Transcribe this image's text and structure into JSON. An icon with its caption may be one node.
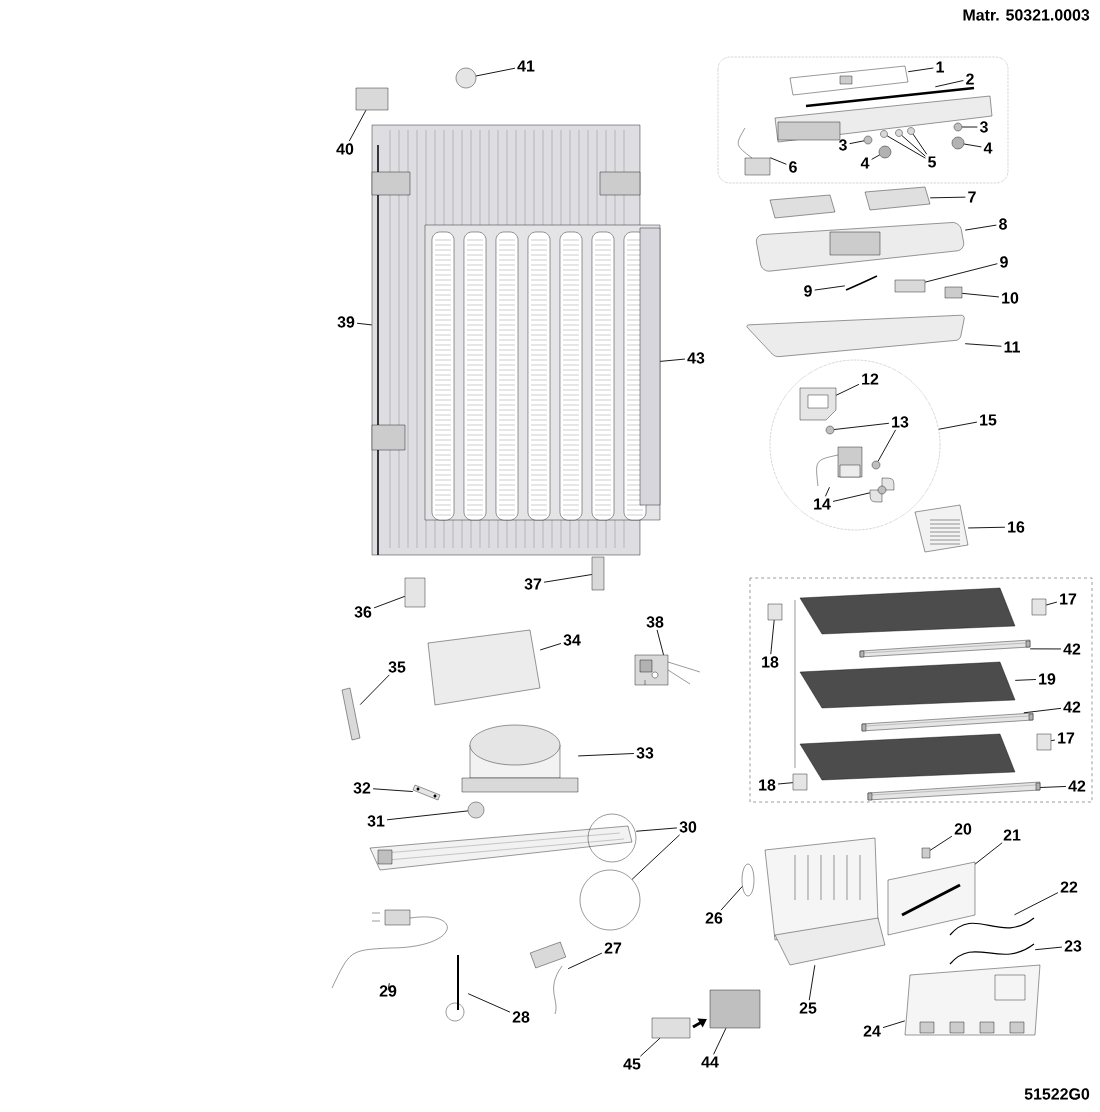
{
  "diagram": {
    "nodes": [
      {
        "text": [
          "1"
        ]
      },
      {
        "text": [
          "2"
        ]
      },
      {
        "text": [
          "3"
        ]
      },
      {
        "text": [
          "4"
        ]
      },
      {
        "text": [
          "3"
        ]
      },
      {
        "text": [
          "4"
        ]
      },
      {
        "text": [
          "5"
        ]
      },
      {
        "text": [
          "6"
        ]
      },
      {
        "text": [
          "7"
        ]
      },
      {
        "text": [
          "8"
        ]
      },
      {
        "text": [
          "9"
        ]
      },
      {
        "text": [
          "9"
        ]
      },
      {
        "text": [
          "10"
        ]
      },
      {
        "text": [
          "11"
        ]
      },
      {
        "text": [],
        "shape": "circle"
      },
      {
        "text": [
          "12"
        ],
        "in": 14
      },
      {
        "text": [
          "13"
        ],
        "in": 14
      },
      {
        "text": [
          "15"
        ]
      },
      {
        "text": [
          "14"
        ],
        "in": 14
      },
      {
        "text": [
          "16"
        ]
      },
      {
        "text": [
          "17"
        ]
      },
      {
        "text": [
          "18"
        ]
      },
      {
        "text": [
          "42"
        ]
      },
      {
        "text": [
          "19"
        ]
      },
      {
        "text": [
          "42"
        ]
      },
      {
        "text": [
          "17"
        ]
      },
      {
        "text": [
          "18"
        ]
      },
      {
        "text": [
          "42"
        ]
      },
      {
        "text": [
          "20"
        ]
      },
      {
        "text": [
          "21"
        ]
      },
      {
        "text": [
          "22"
        ]
      },
      {
        "text": [
          "23"
        ]
      },
      {
        "text": [
          "24"
        ]
      },
      {
        "text": [
          "25"
        ]
      },
      {
        "text": [
          "26"
        ]
      },
      {
        "text": [
          "27"
        ]
      },
      {
        "text": [
          "28"
        ]
      },
      {
        "text": [
          "29"
        ]
      },
      {
        "text": [
          "30"
        ]
      },
      {
        "text": [
          "31"
        ]
      },
      {
        "text": [
          "32"
        ]
      },
      {
        "text": [
          "33"
        ]
      },
      {
        "text": [
          "34"
        ]
      },
      {
        "text": [
          "35"
        ]
      },
      {
        "text": [
          "36"
        ]
      },
      {
        "text": [
          "37"
        ]
      },
      {
        "text": [
          "38"
        ]
      },
      {
        "text": [
          "39"
        ]
      },
      {
        "text": [
          "40"
        ]
      },
      {
        "text": [
          "41"
        ]
      },
      {
        "text": [
          "43"
        ]
      },
      {
        "text": [
          "44"
        ]
      },
      {
        "text": [
          "45"
        ]
      },
      {
        "text": [],
        "shape": "picture"
      },
      {
        "text": [],
        "shape": "picture"
      },
      {
        "text": [],
        "shape": "circle"
      },
      {
        "text": [],
        "shape": "circle"
      },
      {
        "text": [],
        "shape": "circle"
      },
      {
        "text": [],
        "shape": "circle"
      },
      {
        "text": [],
        "shape": "circle"
      },
      {
        "text": [],
        "shape": "circle"
      },
      {
        "text": [],
        "shape": "circle"
      },
      {
        "text": [],
        "shape": "picture"
      },
      {
        "text": [],
        "shape": "picture"
      },
      {
        "text": [],
        "shape": "picture"
      },
      {
        "text": [],
        "shape": "box"
      },
      {
        "text": [],
        "shape": "picture"
      },
      {
        "text": [],
        "shape": "box"
      },
      {
        "text": [],
        "shape": "picture"
      },
      {
        "text": [],
        "shape": "picture",
        "in": 14
      },
      {
        "text": [],
        "shape": "circle",
        "in": 14
      },
      {
        "text": [],
        "shape": "circle",
        "in": 14
      },
      {
        "text": [],
        "shape": "picture",
        "in": 14
      },
      {
        "text": [],
        "shape": "picture",
        "in": 14
      },
      {
        "text": [],
        "shape": "picture"
      },
      {
        "text": [],
        "shape": "box"
      },
      {
        "text": [],
        "shape": "box"
      },
      {
        "text": [],
        "shape": "picture"
      },
      {
        "text": [],
        "shape": "picture"
      },
      {
        "text": [],
        "shape": "picture"
      },
      {
        "text": [],
        "shape": "box"
      },
      {
        "text": [],
        "shape": "box"
      },
      {
        "text": [],
        "shape": "picture"
      },
      {
        "text": [],
        "shape": "box"
      },
      {
        "text": [],
        "shape": "picture"
      },
      {
        "text": [],
        "shape": "picture"
      },
      {
        "text": [],
        "shape": "picture"
      },
      {
        "text": [],
        "shape": "picture"
      },
      {
        "text": [],
        "shape": "picture"
      },
      {
        "text": [],
        "shape": "oval"
      },
      {
        "text": [],
        "shape": "picture"
      },
      {
        "text": [],
        "shape": "picture"
      },
      {
        "text": [],
        "shape": "picture"
      },
      {
        "text": [],
        "shape": "picture"
      },
      {
        "text": [],
        "shape": "circle"
      },
      {
        "text": [],
        "shape": "circle"
      },
      {
        "text": [],
        "shape": "picture"
      },
      {
        "text": [],
        "shape": "picture"
      },
      {
        "text": [],
        "shape": "picture"
      },
      {
        "text": [],
        "shape": "picture"
      },
      {
        "text": [],
        "shape": "box"
      },
      {
        "text": [],
        "shape": "box"
      },
      {
        "text": [],
        "shape": "picture"
      },
      {
        "text": [],
        "shape": "picture"
      },
      {
        "text": [],
        "shape": "box"
      },
      {
        "text": [],
        "shape": "circle"
      },
      {
        "text": [],
        "shape": "picture"
      },
      {
        "text": [],
        "shape": "box"
      },
      {
        "text": [],
        "shape": "box"
      }
    ],
    "edges": [
      {
        "from": 0,
        "to": 53,
        "arrow": "none"
      },
      {
        "from": 1,
        "to": 54,
        "arrow": "none"
      },
      {
        "from": 2,
        "to": 55,
        "arrow": "none"
      },
      {
        "from": 3,
        "to": 56,
        "arrow": "none"
      },
      {
        "from": 4,
        "to": 57,
        "arrow": "none"
      },
      {
        "from": 5,
        "to": 58,
        "arrow": "none"
      },
      {
        "from": 6,
        "to": 59,
        "arrow": "none"
      },
      {
        "from": 6,
        "to": 60,
        "arrow": "none"
      },
      {
        "from": 6,
        "to": 61,
        "arrow": "none"
      },
      {
        "from": 7,
        "to": 62,
        "arrow": "none"
      },
      {
        "from": 8,
        "to": 63,
        "arrow": "none"
      },
      {
        "from": 9,
        "to": 64,
        "arrow": "none"
      },
      {
        "from": 10,
        "to": 65,
        "arrow": "none"
      },
      {
        "from": 11,
        "to": 66,
        "arrow": "none"
      },
      {
        "from": 12,
        "to": 67,
        "arrow": "none"
      },
      {
        "from": 13,
        "to": 68,
        "arrow": "none"
      },
      {
        "from": 15,
        "to": 69,
        "arrow": "none"
      },
      {
        "from": 16,
        "to": 70,
        "arrow": "none"
      },
      {
        "from": 16,
        "to": 71,
        "arrow": "none"
      },
      {
        "from": 17,
        "to": 14,
        "arrow": "none"
      },
      {
        "from": 18,
        "to": 72,
        "arrow": "none"
      },
      {
        "from": 18,
        "to": 73,
        "arrow": "none"
      },
      {
        "from": 19,
        "to": 74,
        "arrow": "none"
      },
      {
        "from": 20,
        "to": 75,
        "arrow": "none"
      },
      {
        "from": 21,
        "to": 76,
        "arrow": "none"
      },
      {
        "from": 22,
        "to": 77,
        "arrow": "none"
      },
      {
        "from": 23,
        "to": 78,
        "arrow": "none"
      },
      {
        "from": 24,
        "to": 79,
        "arrow": "none"
      },
      {
        "from": 25,
        "to": 80,
        "arrow": "none"
      },
      {
        "from": 26,
        "to": 81,
        "arrow": "none"
      },
      {
        "from": 27,
        "to": 82,
        "arrow": "none"
      },
      {
        "from": 28,
        "to": 83,
        "arrow": "none"
      },
      {
        "from": 29,
        "to": 84,
        "arrow": "none"
      },
      {
        "from": 30,
        "to": 85,
        "arrow": "none"
      },
      {
        "from": 31,
        "to": 86,
        "arrow": "none"
      },
      {
        "from": 32,
        "to": 87,
        "arrow": "none"
      },
      {
        "from": 33,
        "to": 88,
        "arrow": "none"
      },
      {
        "from": 34,
        "to": 89,
        "arrow": "none"
      },
      {
        "from": 35,
        "to": 90,
        "arrow": "none"
      },
      {
        "from": 36,
        "to": 91,
        "arrow": "none"
      },
      {
        "from": 37,
        "to": 92,
        "arrow": "none"
      },
      {
        "from": 38,
        "to": 93,
        "arrow": "none"
      },
      {
        "from": 38,
        "to": 94,
        "arrow": "none"
      },
      {
        "from": 39,
        "to": 95,
        "arrow": "none"
      },
      {
        "from": 40,
        "to": 96,
        "arrow": "none"
      },
      {
        "from": 41,
        "to": 97,
        "arrow": "none"
      },
      {
        "from": 42,
        "to": 98,
        "arrow": "none"
      },
      {
        "from": 43,
        "to": 99,
        "arrow": "none"
      },
      {
        "from": 44,
        "to": 100,
        "arrow": "none"
      },
      {
        "from": 45,
        "to": 101,
        "arrow": "none"
      },
      {
        "from": 46,
        "to": 102,
        "arrow": "none"
      },
      {
        "from": 47,
        "to": 103,
        "arrow": "none"
      },
      {
        "from": 48,
        "to": 104,
        "arrow": "none"
      },
      {
        "from": 49,
        "to": 105,
        "arrow": "none"
      },
      {
        "from": 50,
        "to": 106,
        "arrow": "none"
      },
      {
        "from": 51,
        "to": 107,
        "arrow": "none"
      },
      {
        "from": 52,
        "to": 108,
        "arrow": "none"
      }
    ],
    "labels": [
      "Matr. 50321.0003",
      "51522G0"
    ]
  }
}
